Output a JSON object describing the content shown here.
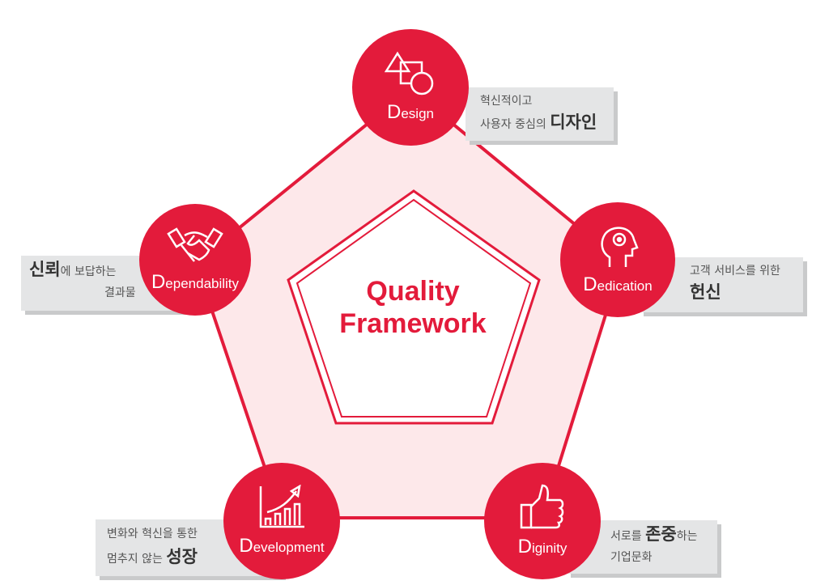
{
  "title": {
    "line1": "Quality",
    "line2": "Framework"
  },
  "colors": {
    "accent": "#e31b3b",
    "fill": "#fde8ea",
    "box": "#e4e5e6"
  },
  "nodes": {
    "design": {
      "initial": "D",
      "rest": "esign",
      "icon": "shapes-icon",
      "desc1": "혁신적이고",
      "desc2a": "사용자 중심의 ",
      "desc2b": "디자인"
    },
    "dedication": {
      "initial": "D",
      "rest": "edication",
      "icon": "head-gear-icon",
      "desc1": "고객 서비스를 위한",
      "desc2b": "헌신"
    },
    "dependability": {
      "initial": "D",
      "rest": "ependability",
      "icon": "handshake-icon",
      "desc1b": "신뢰",
      "desc1a": "에 보답하는",
      "desc2": "결과물"
    },
    "development": {
      "initial": "D",
      "rest": "evelopment",
      "icon": "growth-chart-icon",
      "desc1": "변화와 혁신을 통한",
      "desc2a": "멈추지 않는 ",
      "desc2b": "성장"
    },
    "diginity": {
      "initial": "D",
      "rest": "iginity",
      "icon": "thumbs-up-icon",
      "desc1a": "서로를 ",
      "desc1b": "존중",
      "desc1c": "하는",
      "desc2": "기업문화"
    }
  }
}
